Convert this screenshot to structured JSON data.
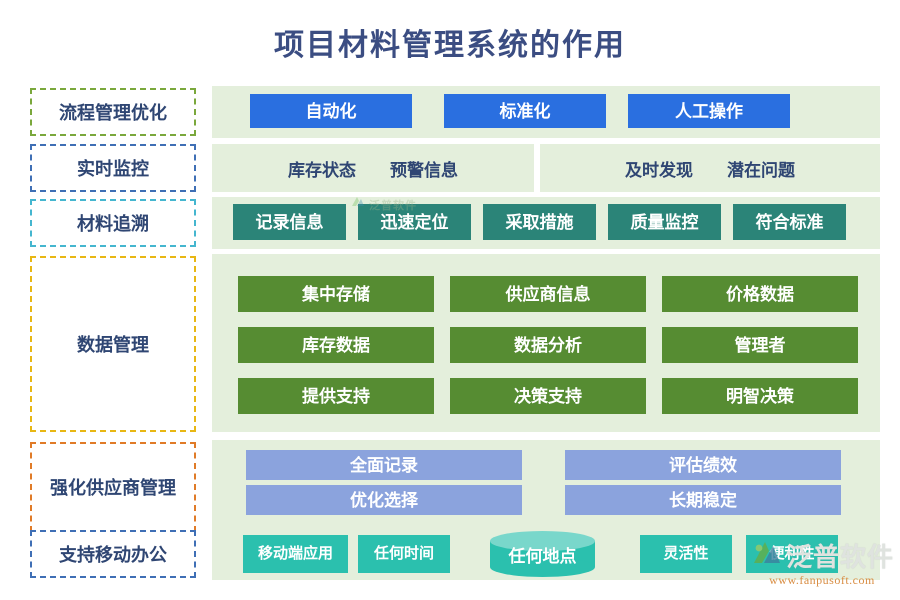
{
  "title": "项目材料管理系统的作用",
  "theme": {
    "title_color": "#3b4d82",
    "panel_bg": "#e4efdc",
    "blue": "#2a6fe0",
    "teal": "#2b8478",
    "green": "#568c32",
    "periwinkle": "#8ba3dd",
    "turquoise": "#2bc0ae",
    "label_text": "#2f4673"
  },
  "rows": [
    {
      "label": "流程管理优化",
      "border_color": "#7aa83c",
      "items": [
        "自动化",
        "标准化",
        "人工操作"
      ]
    },
    {
      "label": "实时监控",
      "border_color": "#3f6fb5",
      "groups": [
        [
          "库存状态",
          "预警信息"
        ],
        [
          "及时发现",
          "潜在问题"
        ]
      ]
    },
    {
      "label": "材料追溯",
      "border_color": "#45b6cf",
      "items": [
        "记录信息",
        "迅速定位",
        "采取措施",
        "质量监控",
        "符合标准"
      ]
    },
    {
      "label": "数据管理",
      "border_color": "#e8b713",
      "items": [
        "集中存储",
        "供应商信息",
        "价格数据",
        "库存数据",
        "数据分析",
        "管理者",
        "提供支持",
        "决策支持",
        "明智决策"
      ]
    },
    {
      "label": "强化供应商管理",
      "border_color": "#e07b28",
      "items": [
        "全面记录",
        "评估绩效",
        "优化选择",
        "长期稳定"
      ]
    },
    {
      "label": "支持移动办公",
      "border_color": "#3f6fb5",
      "items": [
        "移动端应用",
        "任何时间",
        "任何地点",
        "灵活性",
        "便利性"
      ]
    }
  ],
  "watermark": {
    "brand": "泛普软件",
    "url": "www.fanpusoft.com",
    "inline_brand": "泛普软件"
  }
}
